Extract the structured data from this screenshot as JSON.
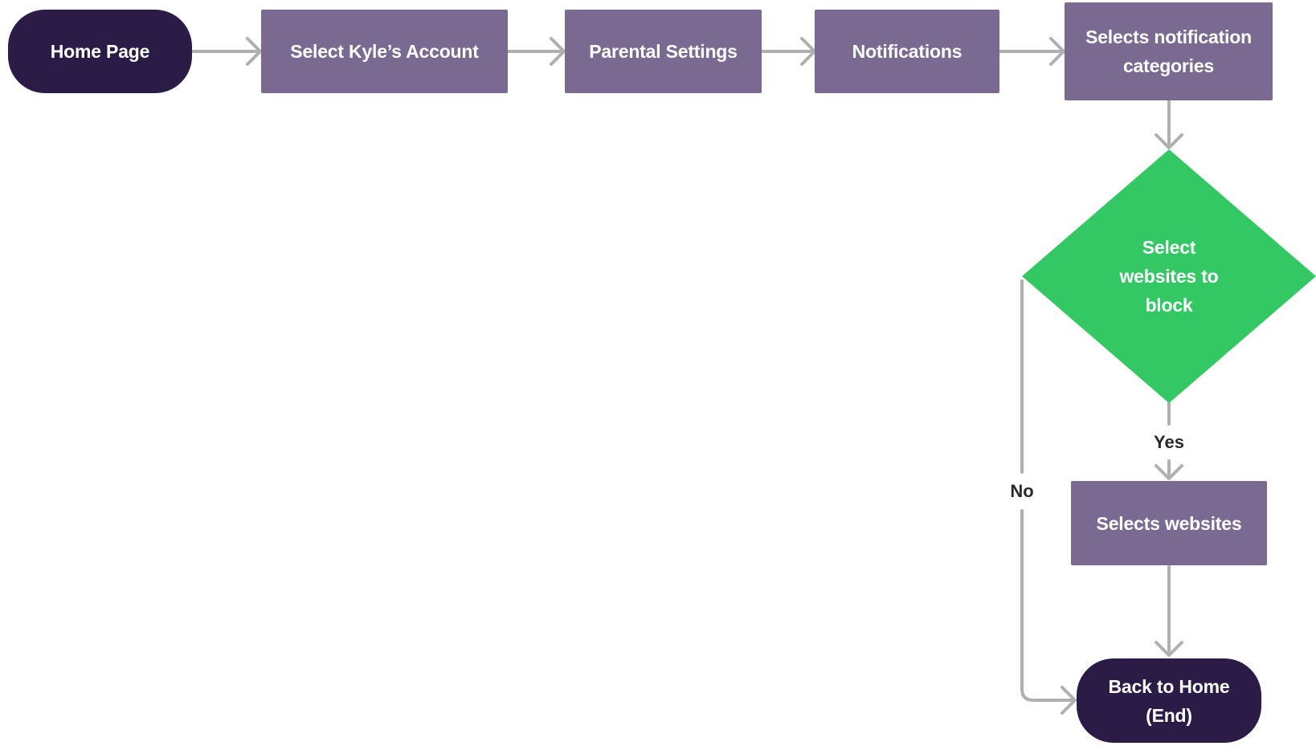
{
  "nodes": {
    "home_page": "Home Page",
    "select_account": "Select Kyle’s Account",
    "parental_settings": "Parental Settings",
    "notifications": "Notifications",
    "notification_categories": "Selects notification\ncategories",
    "decision": "Select\nwebsites to\nblock",
    "selects_websites": "Selects websites",
    "back_home": "Back to Home\n(End)"
  },
  "edge_labels": {
    "yes": "Yes",
    "no": "No"
  },
  "colors": {
    "terminal": "#2b1b47",
    "process": "#7a6a92",
    "decision": "#34c865",
    "connector": "#b0b0b0",
    "label_text": "#2a2a2a"
  }
}
